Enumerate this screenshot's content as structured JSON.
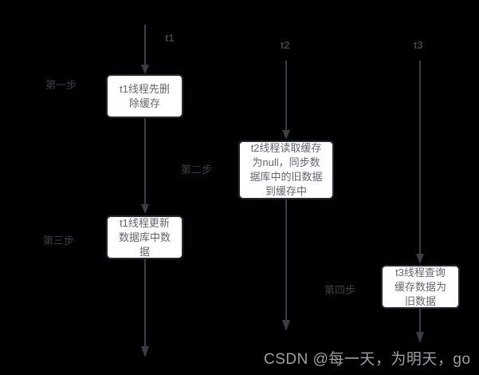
{
  "diagram": {
    "background_color": "#000000",
    "line_color": "#3a3e44",
    "box_style": {
      "fill": "#ffffff",
      "border": "#23272e",
      "text_color": "#62666c"
    },
    "threads": [
      {
        "label": "t1"
      },
      {
        "label": "t2"
      },
      {
        "label": "t3"
      }
    ],
    "steps": [
      {
        "label": "第一步"
      },
      {
        "label": "第二步"
      },
      {
        "label": "第三步"
      },
      {
        "label": "第四步"
      }
    ],
    "boxes": [
      {
        "thread": "t1",
        "step": "第一步",
        "text": "t1线程先删\n除缓存"
      },
      {
        "thread": "t2",
        "step": "第二步",
        "text": "t2线程读取缓存\n为null，同步数\n据库中的旧数据\n到缓存中"
      },
      {
        "thread": "t1",
        "step": "第三步",
        "text": "t1线程更新\n数据库中数\n据"
      },
      {
        "thread": "t3",
        "step": "第四步",
        "text": "t3线程查询\n缓存数据为\n旧数据"
      }
    ],
    "watermark": "CSDN @每一天，为明天，go"
  }
}
